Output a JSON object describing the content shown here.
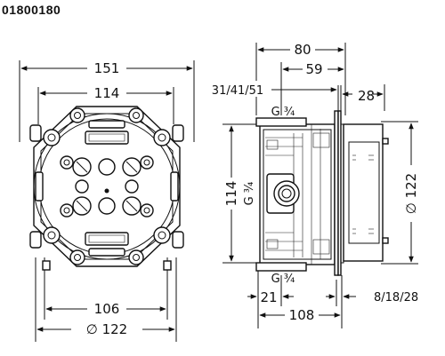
{
  "product_code": "01800180",
  "front_view": {
    "dim_overall_width": "151",
    "dim_mount_width": "114",
    "dim_bottom_width": "106",
    "dim_diameter": "∅ 122"
  },
  "side_view": {
    "dim_top_total": "80",
    "dim_top_inner": "59",
    "dim_adjust": "31/41/51",
    "dim_right_top": "28",
    "label_thread_top": "G ¾",
    "label_thread_mid": "G ¾",
    "dim_height": "114",
    "dim_diameter_right": "∅ 122",
    "label_thread_bottom": "G ¾",
    "dim_bottom_left": "21",
    "dim_bottom_right": "8/18/28",
    "dim_bottom_total": "108"
  }
}
